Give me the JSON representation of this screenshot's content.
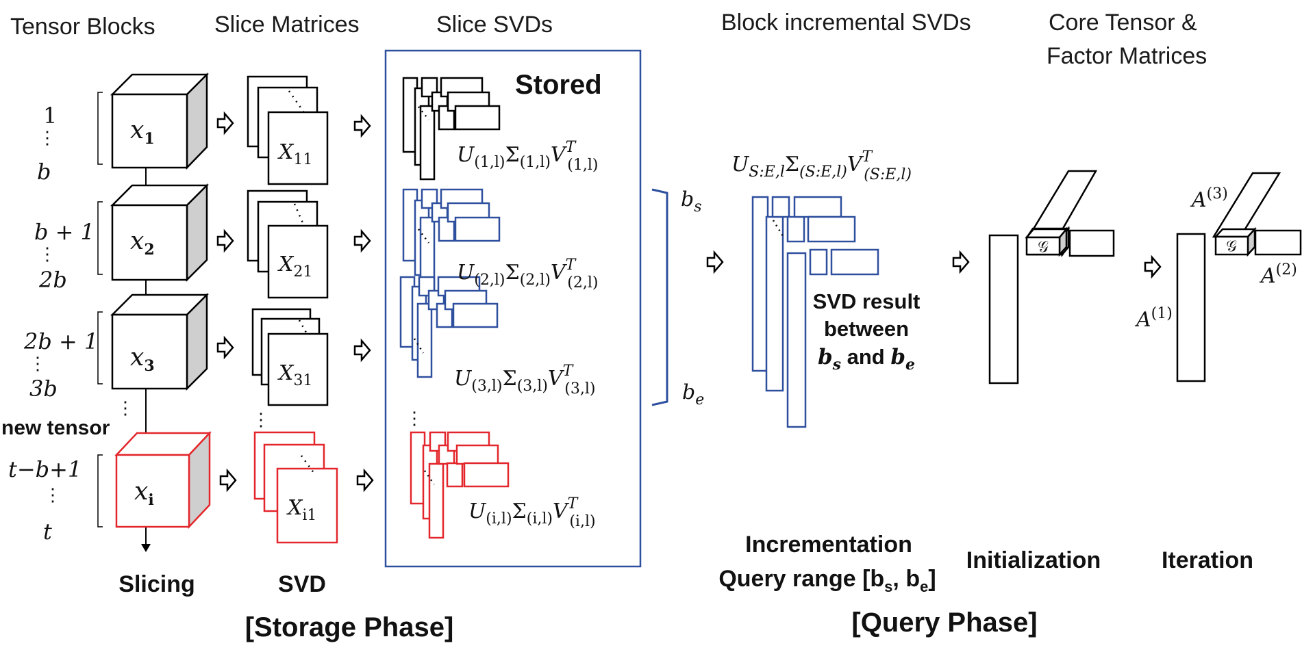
{
  "headers": {
    "tensor_blocks": "Tensor Blocks",
    "slice_matrices": "Slice Matrices",
    "slice_svds": "Slice SVDs",
    "block_incremental_svds": "Block incremental SVDs",
    "core_tensor_line1": "Core Tensor &",
    "core_tensor_line2": "Factor Matrices"
  },
  "stored_label": "Stored",
  "blocks": [
    {
      "top": "1",
      "bottom": "b",
      "tensor": "x",
      "tensor_sub": "1",
      "slice": "X",
      "slice_sub": "11",
      "svd_idx": "(1,l)"
    },
    {
      "top": "b + 1",
      "bottom": "2b",
      "tensor": "x",
      "tensor_sub": "2",
      "slice": "X",
      "slice_sub": "21",
      "svd_idx": "(2,l)"
    },
    {
      "top": "2b + 1",
      "bottom": "3b",
      "tensor": "x",
      "tensor_sub": "3",
      "slice": "X",
      "slice_sub": "31",
      "svd_idx": "(3,l)"
    },
    {
      "top": "t−b+1",
      "bottom": "t",
      "tensor": "x",
      "tensor_sub": "i",
      "slice": "X",
      "slice_sub": "i1",
      "svd_idx": "(i,l)"
    }
  ],
  "svd_letters": {
    "u": "U",
    "sigma": "Σ",
    "v": "V",
    "t": "T"
  },
  "new_tensor_label": "new tensor",
  "range": {
    "bs": "b",
    "bs_sub": "s",
    "be": "b",
    "be_sub": "e"
  },
  "block_svd_idx": {
    "u": "S:E,l",
    "sigma": "(S:E,l)",
    "v": "(S:E,l)"
  },
  "svd_result": {
    "line1": "SVD result",
    "line2": "between",
    "line3_a": "b",
    "line3_a_sub": "s",
    "line3_mid": " and ",
    "line3_b": "b",
    "line3_b_sub": "e"
  },
  "core_symbol": "𝒢",
  "factor_labels": {
    "a1": "A",
    "a1_sup": "(1)",
    "a2": "A",
    "a2_sup": "(2)",
    "a3": "A",
    "a3_sup": "(3)"
  },
  "stage_labels": {
    "slicing": "Slicing",
    "svd": "SVD",
    "incrementation": "Incrementation",
    "query_range": "Query range [b",
    "query_range_s": "s",
    "query_range_mid": ", b",
    "query_range_e": "e",
    "query_range_end": "]",
    "initialization": "Initialization",
    "iteration": "Iteration"
  },
  "phases": {
    "storage": "[Storage Phase]",
    "query": "[Query Phase]"
  },
  "colors": {
    "black": "#000000",
    "blue": "#2e4f9e",
    "red": "#e3262b",
    "side_gray": "#cfcfcf"
  }
}
